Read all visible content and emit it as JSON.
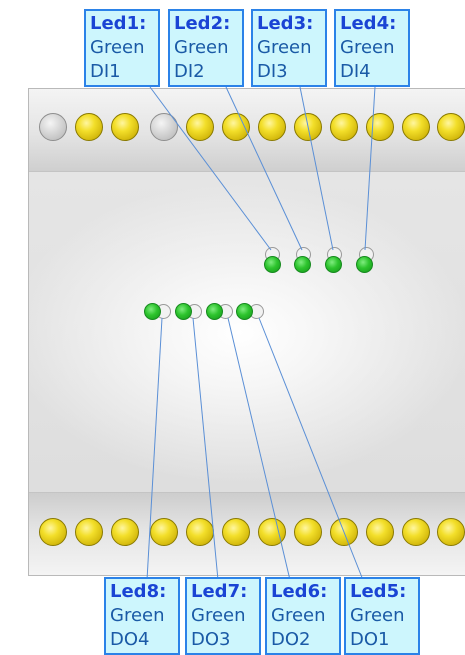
{
  "callouts_top": [
    {
      "title": "Led1:",
      "color": "Green",
      "signal": "DI1"
    },
    {
      "title": "Led2:",
      "color": "Green",
      "signal": "DI2"
    },
    {
      "title": "Led3:",
      "color": "Green",
      "signal": "DI3"
    },
    {
      "title": "Led4:",
      "color": "Green",
      "signal": "DI4"
    }
  ],
  "callouts_bottom": [
    {
      "title": "Led8:",
      "color": "Green",
      "signal": "DO4"
    },
    {
      "title": "Led7:",
      "color": "Green",
      "signal": "DO3"
    },
    {
      "title": "Led6:",
      "color": "Green",
      "signal": "DO2"
    },
    {
      "title": "Led5:",
      "color": "Green",
      "signal": "DO1"
    }
  ],
  "colors": {
    "callout_fill": "#cdf6fd",
    "callout_border": "#2b82e8",
    "led_green": "#2dc42d",
    "terminal_yellow": "#f3df2a",
    "terminal_grey": "#c8c8c8"
  }
}
